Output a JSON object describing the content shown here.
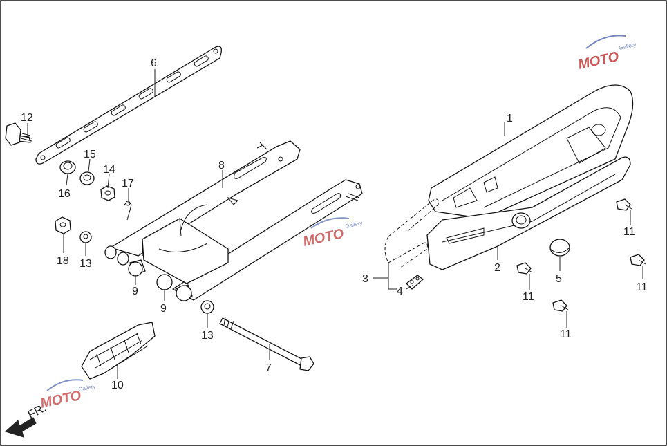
{
  "direction_label": "FR.",
  "watermark": {
    "text": "MOTO",
    "subtext": "Gallery",
    "colors": {
      "primary": "#c33a3a",
      "secondary": "#5a6fb5"
    }
  },
  "callouts": [
    {
      "id": "c1",
      "label": "1"
    },
    {
      "id": "c2",
      "label": "2"
    },
    {
      "id": "c3",
      "label": "3"
    },
    {
      "id": "c4",
      "label": "4"
    },
    {
      "id": "c5",
      "label": "5"
    },
    {
      "id": "c6",
      "label": "6"
    },
    {
      "id": "c7",
      "label": "7"
    },
    {
      "id": "c8",
      "label": "8"
    },
    {
      "id": "c9a",
      "label": "9"
    },
    {
      "id": "c9b",
      "label": "9"
    },
    {
      "id": "c10",
      "label": "10"
    },
    {
      "id": "c11a",
      "label": "11"
    },
    {
      "id": "c11b",
      "label": "11"
    },
    {
      "id": "c11c",
      "label": "11"
    },
    {
      "id": "c11d",
      "label": "11"
    },
    {
      "id": "c12",
      "label": "12"
    },
    {
      "id": "c13a",
      "label": "13"
    },
    {
      "id": "c13b",
      "label": "13"
    },
    {
      "id": "c14",
      "label": "14"
    },
    {
      "id": "c15",
      "label": "15"
    },
    {
      "id": "c16",
      "label": "16"
    },
    {
      "id": "c17",
      "label": "17"
    },
    {
      "id": "c18",
      "label": "18"
    }
  ]
}
